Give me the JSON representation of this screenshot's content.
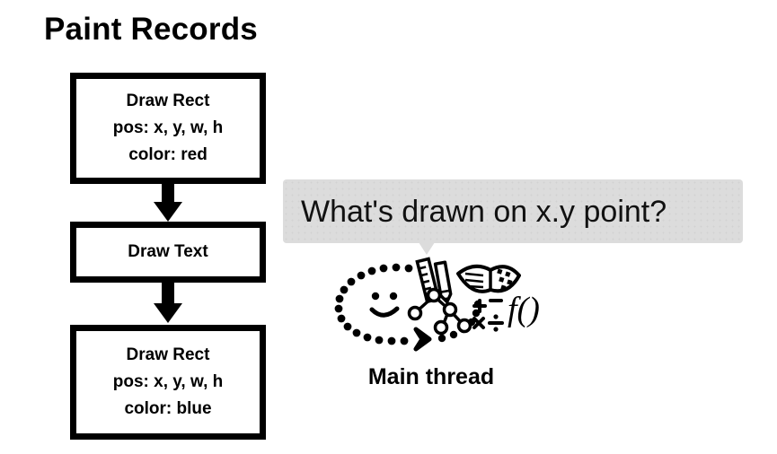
{
  "slide": {
    "title": "Paint Records",
    "background_color": "#ffffff",
    "ink_color": "#000000"
  },
  "paint_records": {
    "boxes": [
      {
        "name": "draw-rect-red",
        "lines": [
          "Draw Rect",
          "pos: x, y, w, h",
          "color: red"
        ]
      },
      {
        "name": "draw-text",
        "lines": [
          "Draw Text"
        ]
      },
      {
        "name": "draw-rect-blue",
        "lines": [
          "Draw Rect",
          "pos: x, y, w, h",
          "color: blue"
        ]
      }
    ],
    "connectors": [
      {
        "name": "arrow-1",
        "direction": "down"
      },
      {
        "name": "arrow-2",
        "direction": "down"
      }
    ]
  },
  "speech_bubble": {
    "text": "What's drawn on x.y point?",
    "background_color": "#dcdcdc",
    "tail_direction": "down"
  },
  "thinking": {
    "label": "Main thread",
    "icons": [
      "smiley-face-icon",
      "ruler-icon",
      "pencil-icon",
      "open-book-icon",
      "node-tree-icon",
      "math-operators-icon",
      "function-notation-icon",
      "dotted-loop-arrow-icon"
    ],
    "math_operators": "+ − × ÷",
    "function_notation": "f()"
  }
}
